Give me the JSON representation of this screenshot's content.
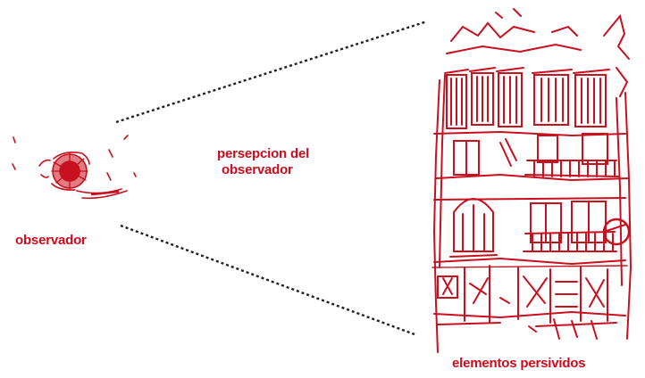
{
  "colors": {
    "accent": "#cc0c1c",
    "sketch": "#c8101e",
    "dotted_line": "#222222",
    "background": "#ffffff"
  },
  "labels": {
    "observer": "observador",
    "perception_line1": "persepcion del",
    "perception_line2": "observador",
    "elements": "elementos persividos"
  },
  "icons": {
    "observer": "eye-sketch-icon",
    "building": "building-facade-sketch"
  }
}
